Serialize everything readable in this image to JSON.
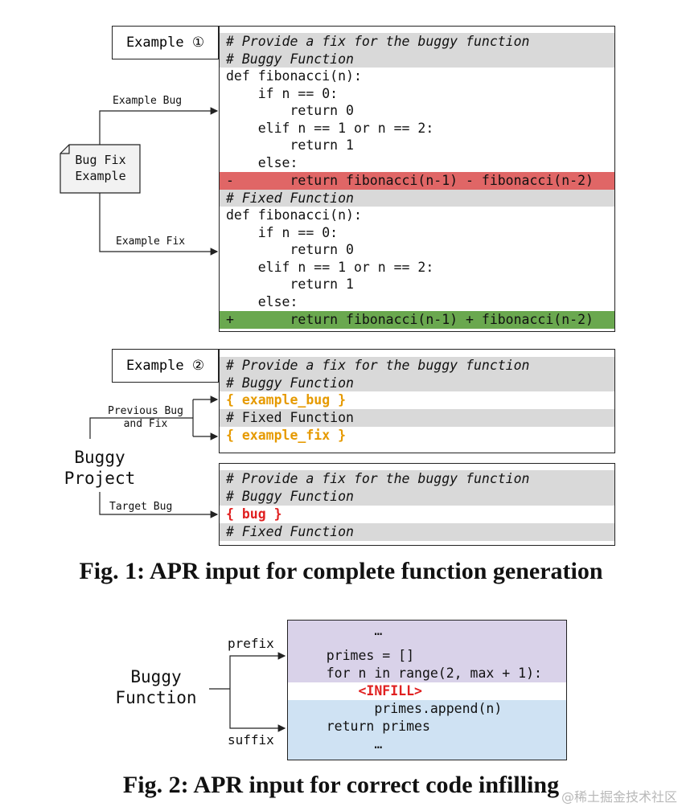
{
  "fig1": {
    "example1_label": "Example ①",
    "example2_label": "Example ②",
    "bug_fix_example_line1": "Bug Fix",
    "bug_fix_example_line2": "Example",
    "arrow_example_bug": "Example Bug",
    "arrow_example_fix": "Example Fix",
    "arrow_previous_line1": "Previous Bug",
    "arrow_previous_line2": "and Fix",
    "buggy_project_line1": "Buggy",
    "buggy_project_line2": "Project",
    "arrow_target_bug": "Target Bug",
    "example1_code": [
      "# Provide a fix for the buggy function",
      "# Buggy Function",
      "def fibonacci(n):",
      "    if n == 0:",
      "        return 0",
      "    elif n == 1 or n == 2:",
      "        return 1",
      "    else:",
      "-       return fibonacci(n-1) - fibonacci(n-2)",
      "# Fixed Function",
      "def fibonacci(n):",
      "    if n == 0:",
      "        return 0",
      "    elif n == 1 or n == 2:",
      "        return 1",
      "    else:",
      "+       return fibonacci(n-1) + fibonacci(n-2)"
    ],
    "example2_code": [
      "# Provide a fix for the buggy function",
      "# Buggy Function",
      "{ example_bug }",
      "# Fixed Function",
      "{ example_fix }"
    ],
    "target_code": [
      "# Provide a fix for the buggy function",
      "# Buggy Function",
      "{ bug }",
      "# Fixed Function"
    ],
    "caption": "Fig. 1: APR input for complete function generation"
  },
  "fig2": {
    "buggy_function_line1": "Buggy",
    "buggy_function_line2": "Function",
    "prefix_label": "prefix",
    "suffix_label": "suffix",
    "code": [
      "          …",
      "    primes = []",
      "    for n in range(2, max + 1):",
      "        <INFILL>",
      "          primes.append(n)",
      "    return primes",
      "          …"
    ],
    "caption": "Fig. 2: APR input for correct code infilling"
  },
  "watermark": "@稀土掘金技术社区"
}
